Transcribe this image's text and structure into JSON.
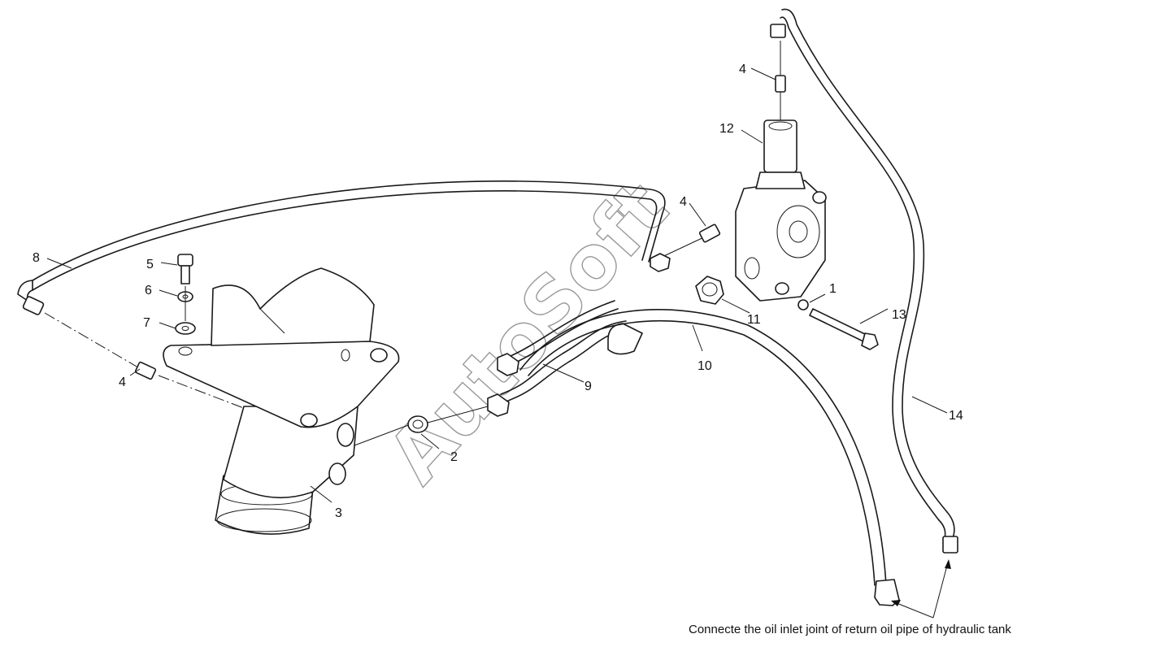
{
  "watermark": "AutoSoft",
  "note": "Connecte the oil inlet joint of return oil pipe of hydraulic tank",
  "callouts": [
    {
      "id": "c1",
      "text": "1"
    },
    {
      "id": "c2",
      "text": "2"
    },
    {
      "id": "c3",
      "text": "3"
    },
    {
      "id": "c4a",
      "text": "4"
    },
    {
      "id": "c4b",
      "text": "4"
    },
    {
      "id": "c4c",
      "text": "4"
    },
    {
      "id": "c5",
      "text": "5"
    },
    {
      "id": "c6",
      "text": "6"
    },
    {
      "id": "c7",
      "text": "7"
    },
    {
      "id": "c8",
      "text": "8"
    },
    {
      "id": "c9",
      "text": "9"
    },
    {
      "id": "c10",
      "text": "10"
    },
    {
      "id": "c11",
      "text": "11"
    },
    {
      "id": "c12",
      "text": "12"
    },
    {
      "id": "c13",
      "text": "13"
    },
    {
      "id": "c14",
      "text": "14"
    }
  ]
}
